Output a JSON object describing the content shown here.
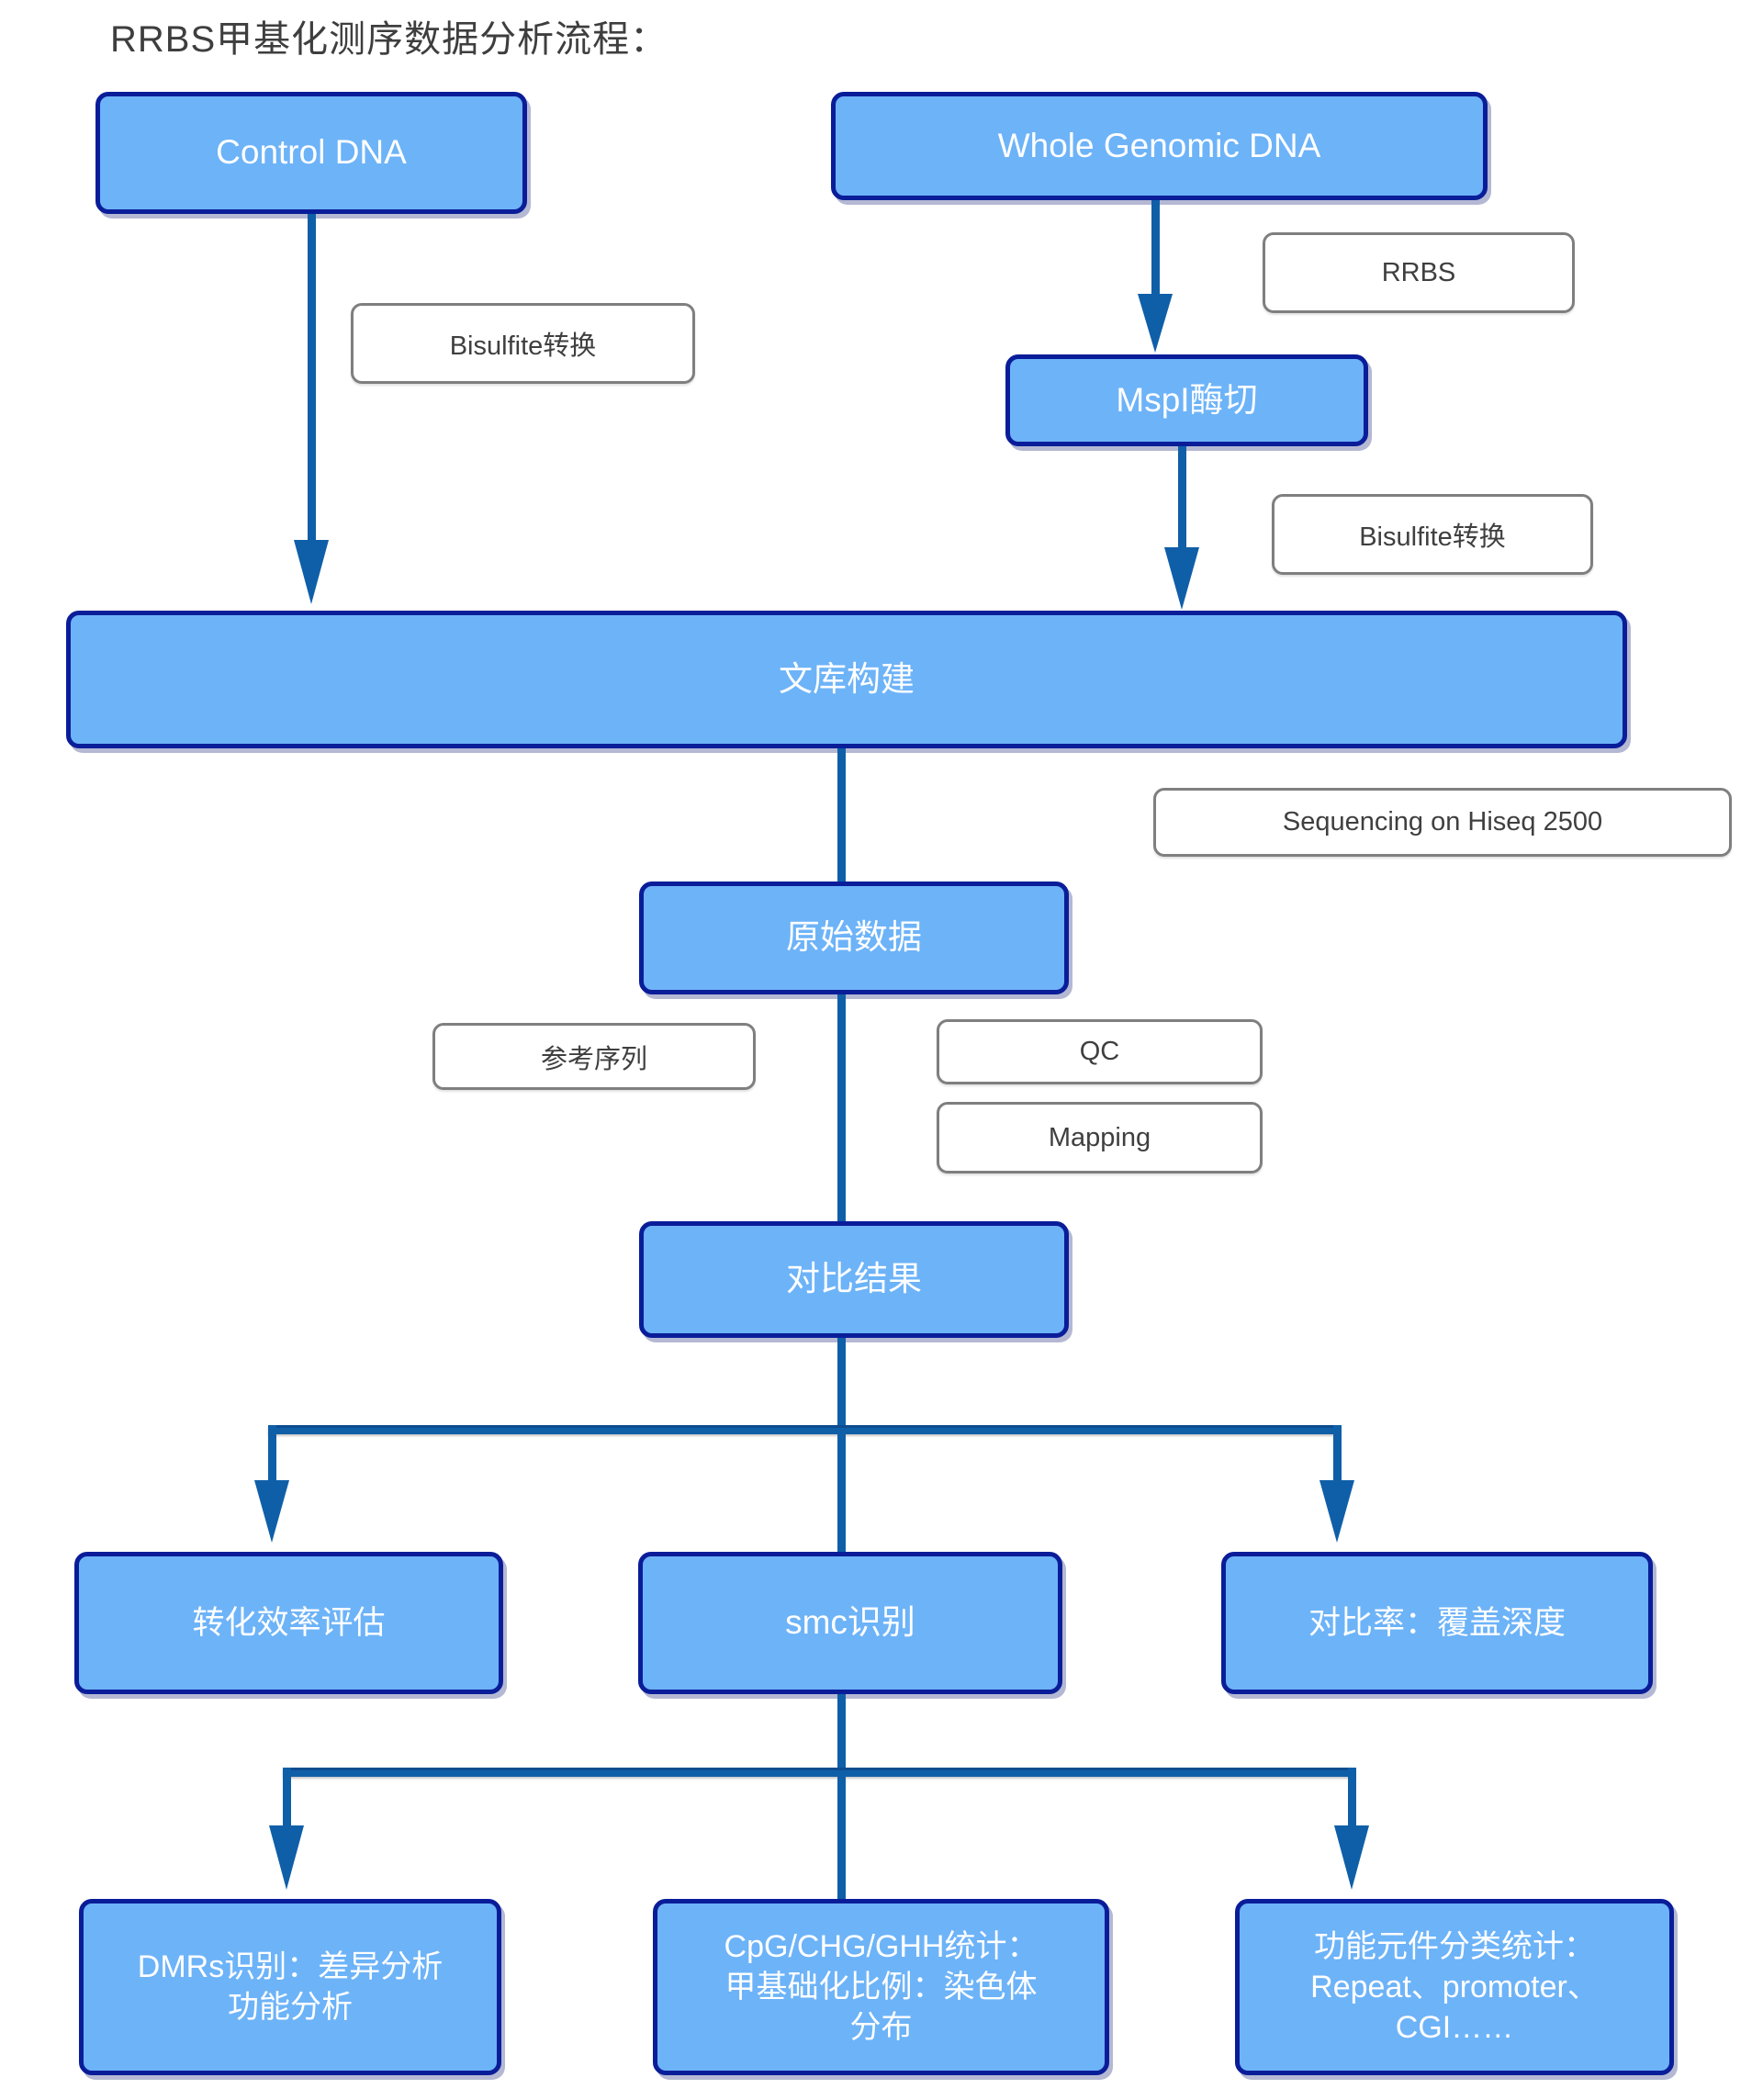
{
  "title": "RRBS甲基化测序数据分析流程：",
  "colors": {
    "node_fill": "#6db3f8",
    "node_border": "#0a1d99",
    "node_text": "#ffffff",
    "connector": "#0f5fa8",
    "label_border": "#7f7f7f",
    "label_text": "#3f3f3f",
    "title_text": "#3e3e3e",
    "background": "#ffffff"
  },
  "nodes": {
    "control_dna": {
      "label": "Control DNA"
    },
    "whole_genomic_dna": {
      "label": "Whole Genomic DNA"
    },
    "mspi_digestion": {
      "label": "MspI酶切"
    },
    "library_construction": {
      "label": "文库构建"
    },
    "raw_data": {
      "label": "原始数据"
    },
    "alignment_result": {
      "label": "对比结果"
    },
    "conversion_efficiency": {
      "label": "转化效率评估"
    },
    "smc_identification": {
      "label": "smc识别"
    },
    "mapping_rate_coverage": {
      "label": "对比率：覆盖深度"
    },
    "dmrs_identification": {
      "label": "DMRs识别：差异分析\n功能分析"
    },
    "cpg_chg_ghh_stats": {
      "label": "CpG/CHG/GHH统计：\n甲基础化比例：染色体\n分布"
    },
    "functional_element_stats": {
      "label": "功能元件分类统计：\nRepeat、promoter、\nCGI……"
    }
  },
  "process_labels": {
    "bisulfite_conversion_left": {
      "label": "Bisulfite转换"
    },
    "rrbs": {
      "label": "RRBS"
    },
    "bisulfite_conversion_right": {
      "label": "Bisulfite转换"
    },
    "sequencing": {
      "label": "Sequencing on Hiseq 2500"
    },
    "reference_sequence": {
      "label": "参考序列"
    },
    "qc": {
      "label": "QC"
    },
    "mapping": {
      "label": "Mapping"
    }
  }
}
